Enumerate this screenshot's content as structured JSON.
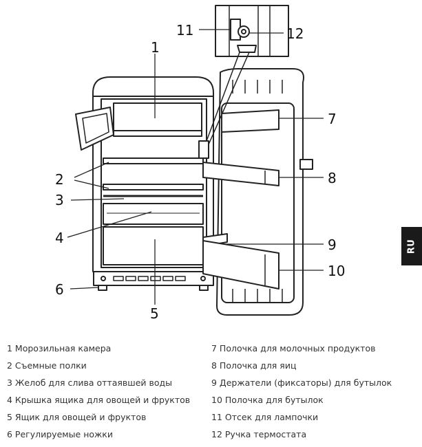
{
  "callouts": {
    "c1": "1",
    "c2": "2",
    "c3": "3",
    "c4": "4",
    "c5": "5",
    "c6": "6",
    "c7": "7",
    "c8": "8",
    "c9": "9",
    "c10": "10",
    "c11": "11",
    "c12": "12"
  },
  "language_tab": "RU",
  "legend": {
    "left": [
      "1 Морозильная камера",
      "2 Съемные полки",
      "3 Желоб для слива оттаявшей воды",
      "4 Крышка ящика для овощей и фруктов",
      "5 Ящик для овощей и фруктов",
      "6 Регулируемые ножки"
    ],
    "right": [
      "7 Полочка для молочных продуктов",
      "8 Полочка для яиц",
      "9 Держатели (фиксаторы) для бутылок",
      "10 Полочка для бутылок",
      "11 Отсек для лампочки",
      "12 Ручка термостата"
    ]
  }
}
